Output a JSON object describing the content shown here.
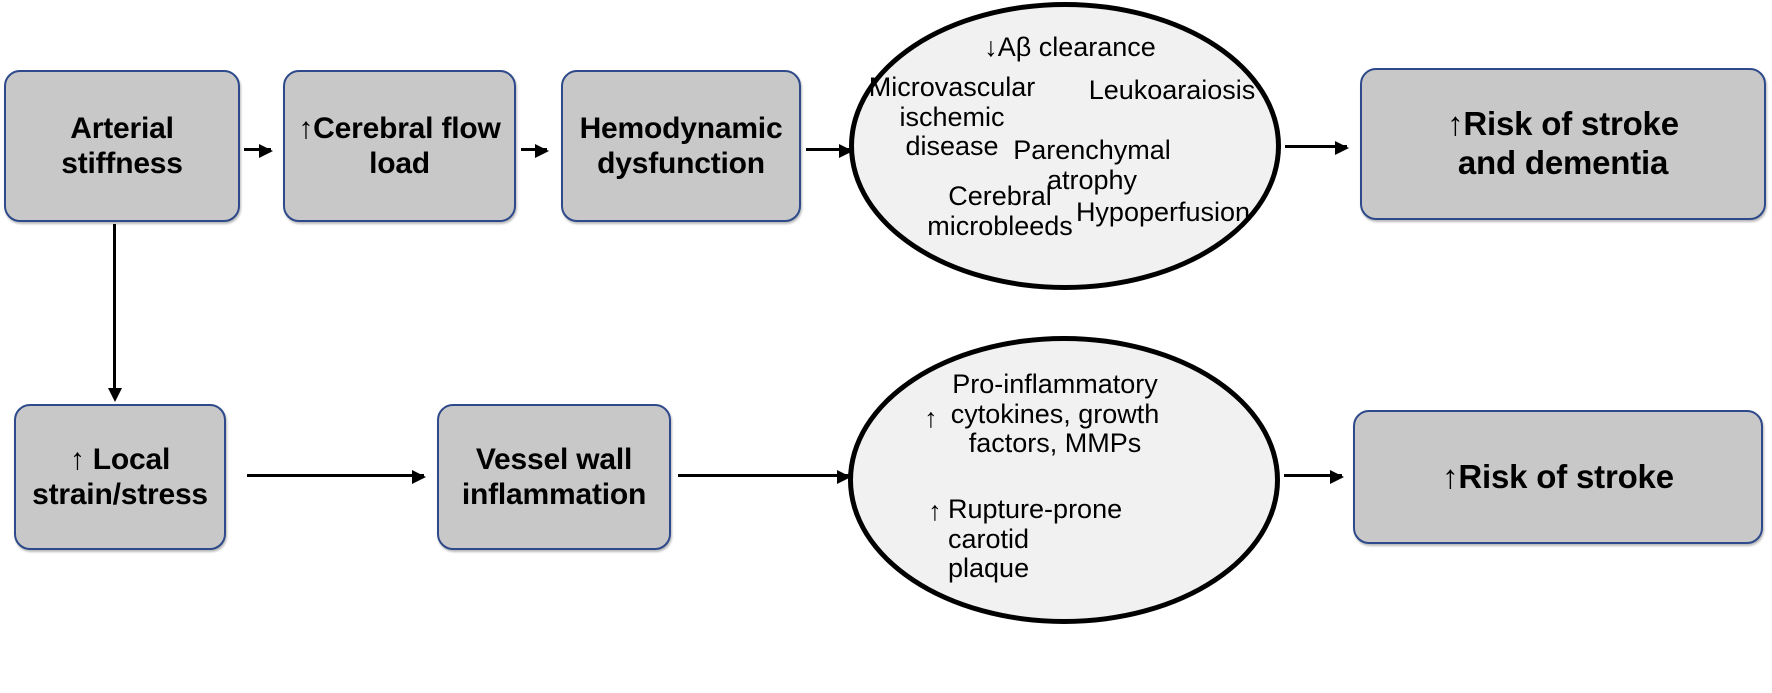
{
  "diagram": {
    "title": "Arterial stiffness pathophysiology flow diagram",
    "type": "flowchart",
    "colors": {
      "box_fill": "#c8c8c8",
      "box_border": "#2e4a8a",
      "ellipse_fill": "#f1f1f1",
      "ellipse_border": "#000000",
      "arrow": "#000000",
      "text": "#000000",
      "background": "#ffffff"
    }
  },
  "nodes": {
    "arterial_stiffness": {
      "label": "Arterial\nstiffness",
      "shape": "rounded-box"
    },
    "cerebral_flow_load": {
      "label": "↑Cerebral flow\nload",
      "shape": "rounded-box"
    },
    "hemodynamic_dysfunction": {
      "label": "Hemodynamic\ndysfunction",
      "shape": "rounded-box"
    },
    "risk_stroke_dementia": {
      "label": "↑Risk of stroke\nand dementia",
      "shape": "rounded-box"
    },
    "local_strain_stress": {
      "label": "↑ Local\nstrain/stress",
      "shape": "rounded-box"
    },
    "vessel_wall_inflammation": {
      "label": "Vessel wall\ninflammation",
      "shape": "rounded-box"
    },
    "risk_stroke": {
      "label": "↑Risk of stroke",
      "shape": "rounded-box"
    }
  },
  "top_ellipse": {
    "shape": "ellipse",
    "items": [
      {
        "key": "ab_clearance",
        "text": "↓Aβ clearance"
      },
      {
        "key": "microvascular",
        "text": "Microvascular\nischemic disease"
      },
      {
        "key": "leukoaraiosis",
        "text": "Leukoaraiosis"
      },
      {
        "key": "parenchymal",
        "text": "Parenchymal\natrophy"
      },
      {
        "key": "microbleeds",
        "text": "Cerebral\nmicrobleeds"
      },
      {
        "key": "hypoperfusion",
        "text": "Hypoperfusion"
      }
    ]
  },
  "bottom_ellipse": {
    "shape": "ellipse",
    "items": [
      {
        "key": "cytokines",
        "arrow": "↑",
        "text": "Pro-inflammatory\ncytokines, growth\nfactors, MMPs"
      },
      {
        "key": "plaque",
        "arrow": "↑",
        "text": "Rupture-prone carotid\nplaque"
      }
    ]
  },
  "edges": [
    {
      "key": "e1",
      "from": "arterial_stiffness",
      "to": "cerebral_flow_load",
      "direction": "right"
    },
    {
      "key": "e2",
      "from": "cerebral_flow_load",
      "to": "hemodynamic_dysfunction",
      "direction": "right"
    },
    {
      "key": "e3",
      "from": "hemodynamic_dysfunction",
      "to": "top_ellipse",
      "direction": "right"
    },
    {
      "key": "e4",
      "from": "top_ellipse",
      "to": "risk_stroke_dementia",
      "direction": "right"
    },
    {
      "key": "e5",
      "from": "arterial_stiffness",
      "to": "local_strain_stress",
      "direction": "down"
    },
    {
      "key": "e6",
      "from": "local_strain_stress",
      "to": "vessel_wall_inflammation",
      "direction": "right"
    },
    {
      "key": "e7",
      "from": "vessel_wall_inflammation",
      "to": "bottom_ellipse",
      "direction": "right"
    },
    {
      "key": "e8",
      "from": "bottom_ellipse",
      "to": "risk_stroke",
      "direction": "right"
    }
  ]
}
